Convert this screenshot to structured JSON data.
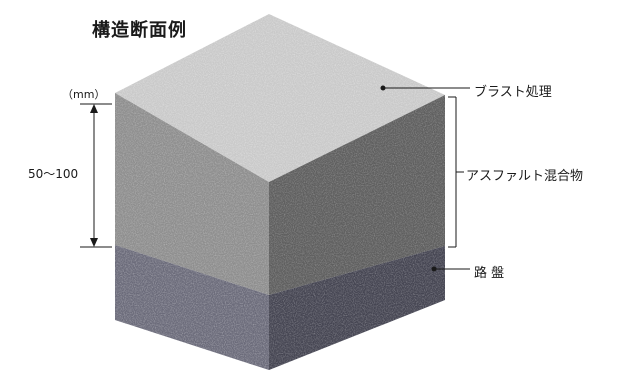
{
  "title": "構造断面例",
  "dimension": {
    "unit": "（mm）",
    "range": "50～100"
  },
  "labels": {
    "blast": "ブラスト処理",
    "asphalt": "アスファルト混合物",
    "base": "路 盤"
  },
  "colors": {
    "top_surface": "#c9c9c9",
    "asphalt_front": "#8e8e8e",
    "asphalt_side": "#5f5f5f",
    "base_front": "#6b6b7a",
    "base_side": "#454552",
    "leader_line": "#1a1a1a"
  }
}
